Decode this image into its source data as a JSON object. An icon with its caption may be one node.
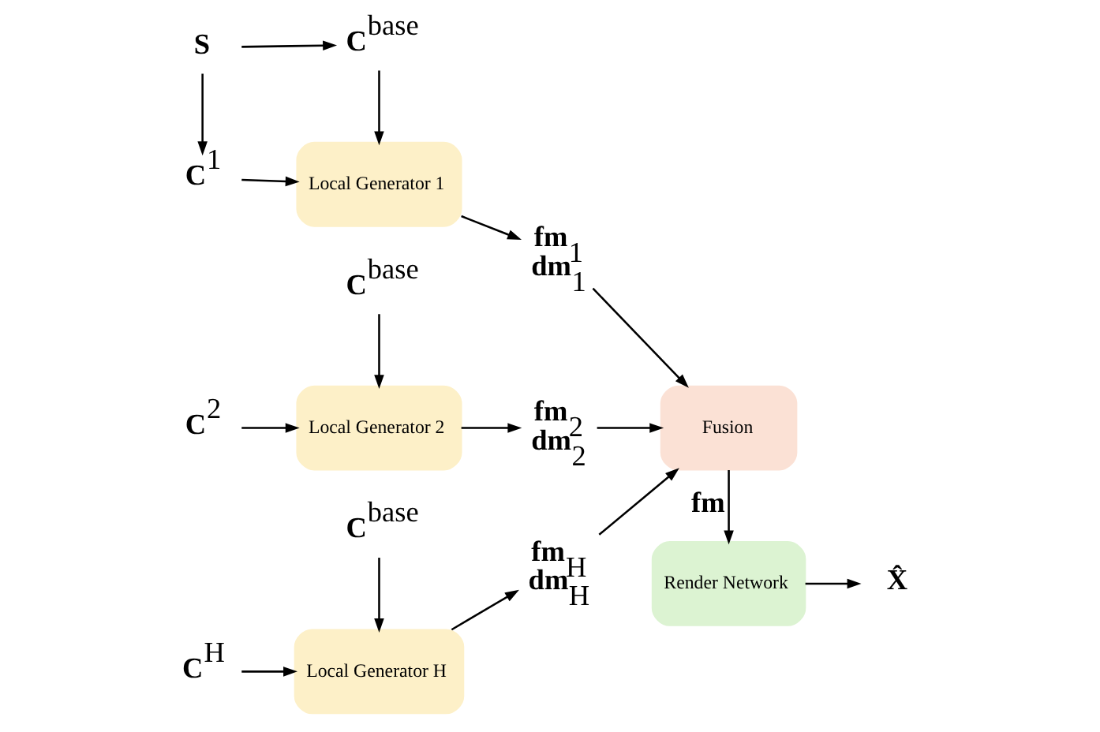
{
  "diagram": {
    "nodes": [
      {
        "text": [
          "S"
        ]
      },
      {
        "text": [
          "**C**$^{base}$"
        ]
      },
      {
        "text": [
          "**C**$^{1}$"
        ]
      },
      {
        "text": [
          "Local Generator 1"
        ]
      },
      {
        "text": [
          "**fm**$_{1}$",
          "**dm**$_{1}$"
        ]
      },
      {
        "text": [
          "**C**$^{base}$"
        ]
      },
      {
        "text": [
          "**C**$^{2}$"
        ]
      },
      {
        "text": [
          "Local Generator 2"
        ]
      },
      {
        "text": [
          "**fm**$_{2}$",
          "**dm**$_{2}$"
        ]
      },
      {
        "text": [
          "**C**$^{base}$"
        ]
      },
      {
        "text": [
          "**C**$^{H}$"
        ]
      },
      {
        "text": [
          "Local Generator H"
        ]
      },
      {
        "text": [
          "**fm**$_{H}$",
          "**dm**$_{H}$"
        ]
      },
      {
        "text": [
          "Fusion"
        ]
      },
      {
        "text": [
          "Render Network"
        ]
      },
      {
        "text": [
          "X̂"
        ]
      }
    ],
    "edges": [
      {
        "from": 0,
        "to": 1,
        "arrow": "to"
      },
      {
        "from": 0,
        "to": 2,
        "arrow": "to"
      },
      {
        "from": 1,
        "to": 3,
        "arrow": "to"
      },
      {
        "from": 2,
        "to": 3,
        "arrow": "to"
      },
      {
        "from": 3,
        "to": 4,
        "arrow": "to"
      },
      {
        "from": 5,
        "to": 7,
        "arrow": "to"
      },
      {
        "from": 6,
        "to": 7,
        "arrow": "to"
      },
      {
        "from": 7,
        "to": 8,
        "arrow": "to"
      },
      {
        "from": 9,
        "to": 11,
        "arrow": "to"
      },
      {
        "from": 10,
        "to": 11,
        "arrow": "to"
      },
      {
        "from": 11,
        "to": 12,
        "arrow": "to"
      },
      {
        "from": 4,
        "to": 13,
        "arrow": "to"
      },
      {
        "from": 8,
        "to": 13,
        "arrow": "to"
      },
      {
        "from": 12,
        "to": 13,
        "arrow": "to"
      },
      {
        "from": 13,
        "to": 14,
        "arrow": "to",
        "label": "fm"
      },
      {
        "from": 14,
        "to": 15,
        "arrow": "to"
      }
    ]
  }
}
